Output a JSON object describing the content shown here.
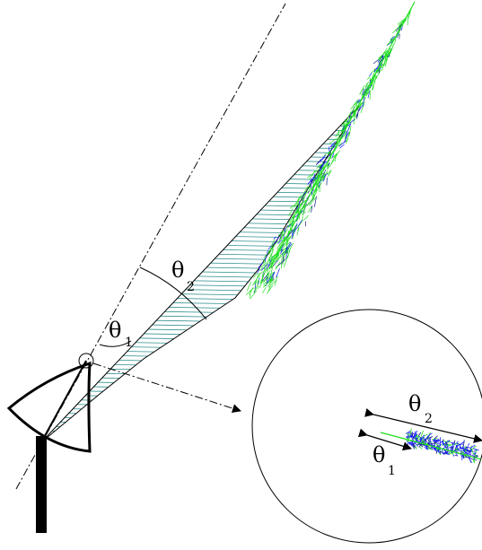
{
  "labels": {
    "theta_symbol": "θ",
    "sub_1": "1",
    "sub_2": "2"
  },
  "colors": {
    "outline": "#000000",
    "hatch": "#2f8f8f",
    "shower_green": "#22dd22",
    "shower_blue": "#1a1aff",
    "shower_dark": "#102080"
  },
  "elements": {
    "telescope": "cherenkov-telescope-dish",
    "shower": "air-shower-tracks",
    "light_cone": "cherenkov-light-cone",
    "zoom": "camera-image-inset"
  }
}
